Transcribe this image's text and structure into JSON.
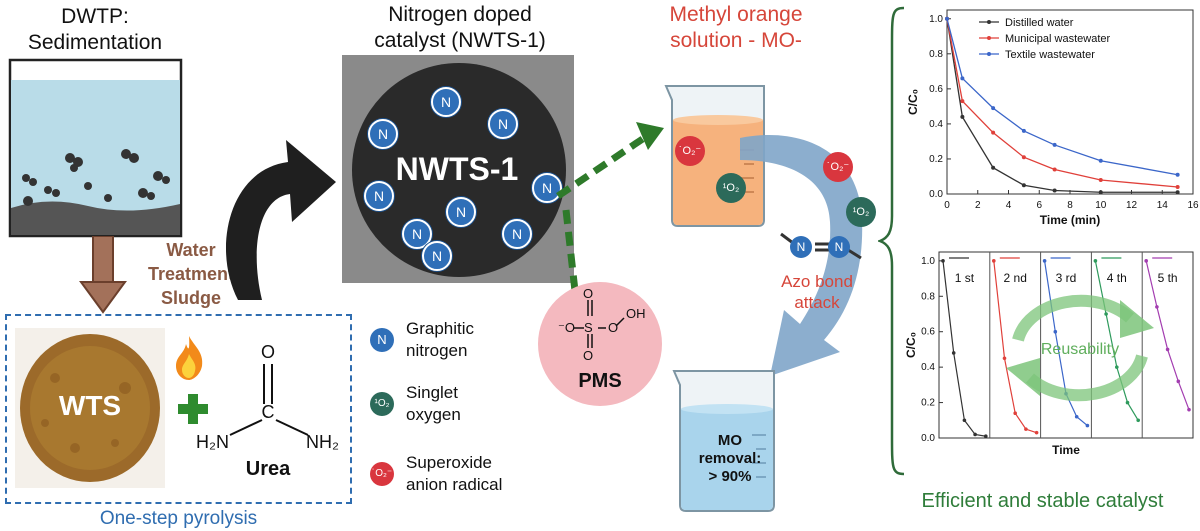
{
  "sedimentation": {
    "title_line1": "DWTP:",
    "title_line2": "Sedimentation"
  },
  "sludge": {
    "line1": "Water",
    "line2": "Treatment",
    "line3": "Sludge"
  },
  "wts_label": "WTS",
  "urea": {
    "label": "Urea",
    "o": "O",
    "c": "C",
    "h2n": "H₂N",
    "nh2": "NH₂"
  },
  "pyrolysis_label": "One-step pyrolysis",
  "catalyst": {
    "title_line1": "Nitrogen doped",
    "title_line2": "catalyst (NWTS-1)",
    "label": "NWTS-1",
    "n": "N"
  },
  "legend": [
    {
      "icon": "N",
      "line1": "Graphitic",
      "line2": "nitrogen",
      "color": "#2f6fb8"
    },
    {
      "icon": "¹O₂",
      "line1": "Singlet",
      "line2": "oxygen",
      "color": "#2c6a5a"
    },
    {
      "icon": "˙O₂⁻",
      "line1": "Superoxide",
      "line2": "anion radical",
      "color": "#d9363e"
    }
  ],
  "pms": {
    "label": "PMS",
    "o": "O",
    "s": "S",
    "oh": "OH",
    "ominus": "⁻O"
  },
  "mo": {
    "title_line1": "Methyl orange",
    "title_line2": "solution - MO-",
    "azo_line1": "Azo bond",
    "azo_line2": "attack",
    "removal_line1": "MO",
    "removal_line2": "removal:",
    "removal_line3": "> 90%"
  },
  "footer": "Efficient and stable catalyst",
  "chart_data": [
    {
      "type": "line",
      "xlabel": "Time (min)",
      "ylabel": "C/C₀",
      "xlim": [
        0,
        16
      ],
      "ylim": [
        0,
        1.05
      ],
      "xticks": [
        0,
        2,
        4,
        6,
        8,
        10,
        12,
        14,
        16
      ],
      "yticks": [
        0.0,
        0.2,
        0.4,
        0.6,
        0.8,
        1.0
      ],
      "legend_position": "top-right",
      "series": [
        {
          "name": "Distilled water",
          "color": "#333333",
          "x": [
            0,
            1,
            3,
            5,
            7,
            10,
            15
          ],
          "y": [
            1.0,
            0.44,
            0.15,
            0.05,
            0.02,
            0.01,
            0.01
          ]
        },
        {
          "name": "Municipal wastewater",
          "color": "#e0403a",
          "x": [
            0,
            1,
            3,
            5,
            7,
            10,
            15
          ],
          "y": [
            1.0,
            0.53,
            0.35,
            0.21,
            0.14,
            0.08,
            0.04
          ]
        },
        {
          "name": "Textile wastewater",
          "color": "#3b66c9",
          "x": [
            0,
            1,
            3,
            5,
            7,
            10,
            15
          ],
          "y": [
            1.0,
            0.66,
            0.49,
            0.36,
            0.28,
            0.19,
            0.11
          ]
        }
      ]
    },
    {
      "type": "line",
      "xlabel": "Time",
      "ylabel": "C/C₀",
      "ylim": [
        0,
        1.05
      ],
      "yticks": [
        0.0,
        0.2,
        0.4,
        0.6,
        0.8,
        1.0
      ],
      "overlay_label": "Reusability",
      "cycles": [
        {
          "name": "1 st",
          "color": "#333333",
          "y": [
            1.0,
            0.48,
            0.1,
            0.02,
            0.01
          ]
        },
        {
          "name": "2 nd",
          "color": "#e0403a",
          "y": [
            1.0,
            0.45,
            0.14,
            0.05,
            0.03
          ]
        },
        {
          "name": "3 rd",
          "color": "#3b66c9",
          "y": [
            1.0,
            0.6,
            0.25,
            0.12,
            0.07
          ]
        },
        {
          "name": "4 th",
          "color": "#2e9a5c",
          "y": [
            1.0,
            0.7,
            0.4,
            0.2,
            0.1
          ]
        },
        {
          "name": "5 th",
          "color": "#a33db0",
          "y": [
            1.0,
            0.74,
            0.5,
            0.32,
            0.16
          ]
        }
      ]
    }
  ]
}
